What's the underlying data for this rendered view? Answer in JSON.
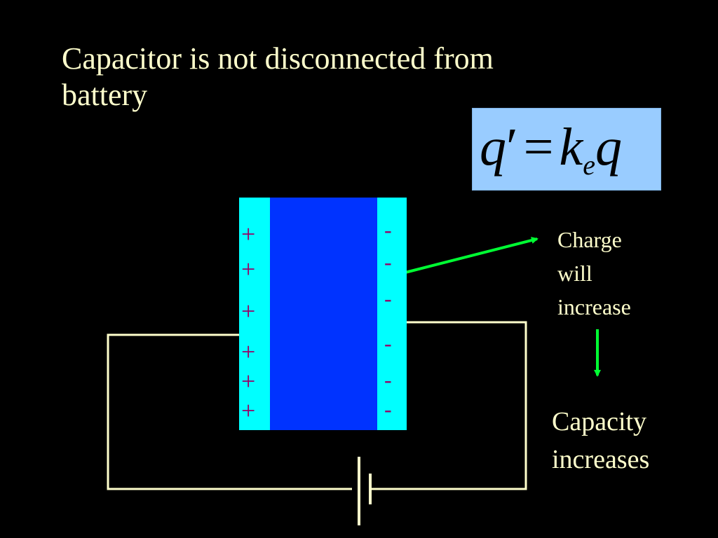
{
  "slide": {
    "title_lines": [
      "Capacitor is not disconnected from",
      "battery"
    ],
    "formula": {
      "lhs": "q",
      "prime": "′",
      "equals": "=",
      "k": "k",
      "k_subscript": "e",
      "rhs": "q"
    },
    "plate_signs": {
      "positive": [
        "+",
        "+",
        "+",
        "+",
        "+",
        "+"
      ],
      "negative": [
        "-",
        "-",
        "-",
        "-",
        "-",
        "-"
      ]
    },
    "charge_label_lines": [
      "Charge",
      "will",
      "increase"
    ],
    "capacity_label_lines": [
      "Capacity",
      "increases"
    ]
  },
  "colors": {
    "background": "#000000",
    "text": "#ffffcc",
    "formula_box": "#99ccff",
    "plate": "#00ffff",
    "dielectric": "#0033ff",
    "sign": "#990066",
    "arrow": "#00ff33",
    "wire": "#ffffcc"
  }
}
